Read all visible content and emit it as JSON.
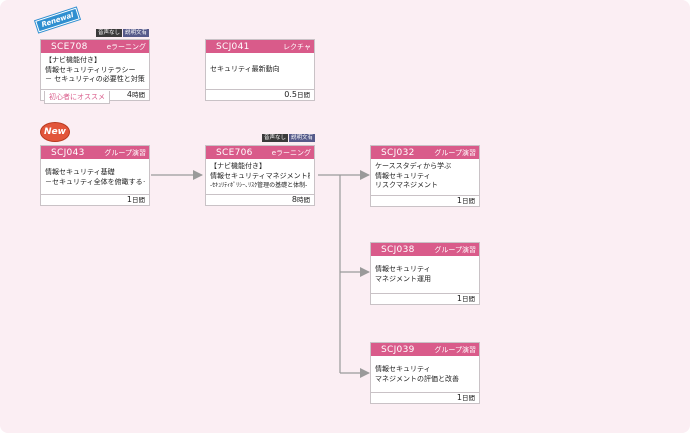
{
  "badges": {
    "renewal": "Renewal",
    "new": "New"
  },
  "tag_labels": {
    "audio": "音声なし",
    "explain": "説明文有"
  },
  "recommend": "初心者にオススメ",
  "courses": {
    "sce708": {
      "code": "SCE708",
      "type": "eラーニング",
      "lines": [
        "【ナビ機能付き】",
        "情報セキュリティリテラシー",
        "－ セキュリティの必要性と対策－"
      ],
      "duration": "4",
      "unit": "時間"
    },
    "scj041": {
      "code": "SCJ041",
      "type": "レクチャ",
      "lines": [
        "セキュリティ最新動向"
      ],
      "duration": "0.5",
      "unit": "日間"
    },
    "scj043": {
      "code": "SCJ043",
      "type": "グループ演習",
      "lines": [
        "情報セキュリティ基礎",
        "－セキュリティ全体を俯瞰する－"
      ],
      "duration": "1",
      "unit": "日間"
    },
    "sce706": {
      "code": "SCE706",
      "type": "eラーニング",
      "lines": [
        "【ナビ機能付き】",
        "情報セキュリティマネジメント概説",
        "-ｾｷｭﾘﾃｨﾎﾟﾘｼｰ､ﾘｽｸ管理の基礎と体制-"
      ],
      "duration": "8",
      "unit": "時間"
    },
    "scj032": {
      "code": "SCJ032",
      "type": "グループ演習",
      "lines": [
        "ケーススタディから学ぶ",
        "情報セキュリティ",
        "リスクマネジメント"
      ],
      "duration": "1",
      "unit": "日間"
    },
    "scj038": {
      "code": "SCJ038",
      "type": "グループ演習",
      "lines": [
        "情報セキュリティ",
        "マネジメント運用"
      ],
      "duration": "1",
      "unit": "日間"
    },
    "scj039": {
      "code": "SCJ039",
      "type": "グループ演習",
      "lines": [
        "情報セキュリティ",
        "マネジメントの評価と改善"
      ],
      "duration": "1",
      "unit": "日間"
    }
  },
  "colors": {
    "accent": "#d95b8a",
    "background": "#fbeef3",
    "arrow": "#9a9a9a"
  }
}
